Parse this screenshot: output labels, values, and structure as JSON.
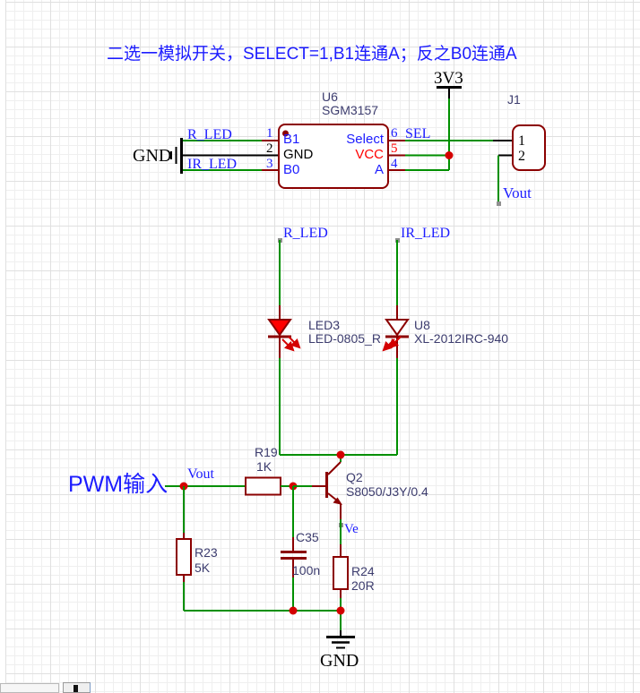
{
  "title": "二选一模拟开关，SELECT=1,B1连通A；反之B0连通A",
  "annotations": {
    "pwm_input": "PWM输入"
  },
  "power": {
    "v33": "3V3",
    "gnd_left": "GND",
    "gnd_bottom": "GND"
  },
  "net_labels": {
    "r_led_chip": "R_LED",
    "ir_led_chip": "IR_LED",
    "sel": "SEL",
    "r_led": "R_LED",
    "ir_led": "IR_LED",
    "vout_j1": "Vout",
    "vout_pwm": "Vout",
    "ve": "Ve"
  },
  "chip_u6": {
    "ref": "U6",
    "part": "SGM3157",
    "left_pins": [
      {
        "num": "1",
        "name": "B1"
      },
      {
        "num": "2",
        "name": "GND"
      },
      {
        "num": "3",
        "name": "B0"
      }
    ],
    "right_pins": [
      {
        "num": "6",
        "name": "Select"
      },
      {
        "num": "5",
        "name": "VCC"
      },
      {
        "num": "4",
        "name": "A"
      }
    ]
  },
  "connector_j1": {
    "ref": "J1",
    "pins": [
      {
        "num": "1"
      },
      {
        "num": "2"
      }
    ]
  },
  "led3": {
    "ref": "LED3",
    "part": "LED-0805_R"
  },
  "u8": {
    "ref": "U8",
    "part": "XL-2012IRC-940"
  },
  "r19": {
    "ref": "R19",
    "value": "1K"
  },
  "q2": {
    "ref": "Q2",
    "part": "S8050/J3Y/0.4"
  },
  "r23": {
    "ref": "R23",
    "value": "5K"
  },
  "c35": {
    "ref": "C35",
    "value": "100n"
  },
  "r24": {
    "ref": "R24",
    "value": "20R"
  },
  "colors": {
    "wire_green": "#008f00",
    "symbol_dark_red": "#8b0000",
    "junction_red": "#d40000",
    "led_fill_red": "#ff0000",
    "net_label_blue": "#1c1cff",
    "ref_text_navy": "#3c3c6e",
    "vcc_red": "#ff0000",
    "text_black": "#000000"
  }
}
